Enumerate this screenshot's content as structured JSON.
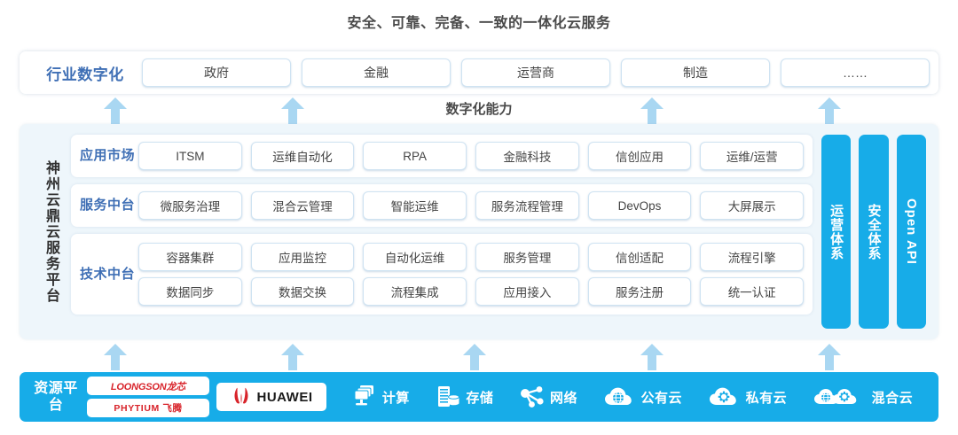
{
  "title": "安全、可靠、完备、一致的一体化云服务",
  "industry": {
    "label": "行业数字化",
    "items": [
      {
        "label": "政府"
      },
      {
        "label": "金融"
      },
      {
        "label": "运营商"
      },
      {
        "label": "制造"
      },
      {
        "label": "……"
      }
    ]
  },
  "capability_label": "数字化能力",
  "platform": {
    "side_label": "神州云鼎云服务平台",
    "sections": [
      {
        "name": "app-market",
        "label": "应用市场",
        "rows": [
          [
            "ITSM",
            "运维自动化",
            "RPA",
            "金融科技",
            "信创应用",
            "运维/运营"
          ]
        ]
      },
      {
        "name": "service-middle-platform",
        "label": "服务中台",
        "rows": [
          [
            "微服务治理",
            "混合云管理",
            "智能运维",
            "服务流程管理",
            "DevOps",
            "大屏展示"
          ]
        ]
      },
      {
        "name": "tech-middle-platform",
        "label": "技术中台",
        "rows": [
          [
            "容器集群",
            "应用监控",
            "自动化运维",
            "服务管理",
            "信创适配",
            "流程引擎"
          ],
          [
            "数据同步",
            "数据交换",
            "流程集成",
            "应用接入",
            "服务注册",
            "统一认证"
          ]
        ]
      }
    ],
    "vertical_bars": [
      {
        "label": "运营体系",
        "latin": false
      },
      {
        "label": "安全体系",
        "latin": false
      },
      {
        "label": "Open API",
        "latin": true
      }
    ]
  },
  "resource": {
    "label": "资源平台",
    "logos": [
      {
        "name": "loongson-logo",
        "text": "LOONGSON龙芯"
      },
      {
        "name": "phytium-logo",
        "text": "PHYTIUM 飞腾"
      },
      {
        "name": "huawei-logo",
        "text": "HUAWEI"
      }
    ],
    "items": [
      {
        "label": "计算",
        "icon": "compute-icon"
      },
      {
        "label": "存储",
        "icon": "storage-icon"
      },
      {
        "label": "网络",
        "icon": "network-icon"
      },
      {
        "label": "公有云",
        "icon": "public-cloud-icon"
      },
      {
        "label": "私有云",
        "icon": "private-cloud-icon"
      },
      {
        "label": "混合云",
        "icon": "hybrid-cloud-icon"
      }
    ]
  },
  "arrows": {
    "top_positions": [
      130,
      330,
      735,
      935
    ],
    "bottom_positions": [
      130,
      330,
      535,
      735,
      935
    ]
  },
  "colors": {
    "brand_blue": "#17ACE8",
    "arrow_blue": "#A9D7F2",
    "panel_bg": "#EEF6FB",
    "label_blue": "#3F6FB5",
    "box_border": "#CFE3F2",
    "logo_red": "#D8232A",
    "text": "#454545"
  }
}
